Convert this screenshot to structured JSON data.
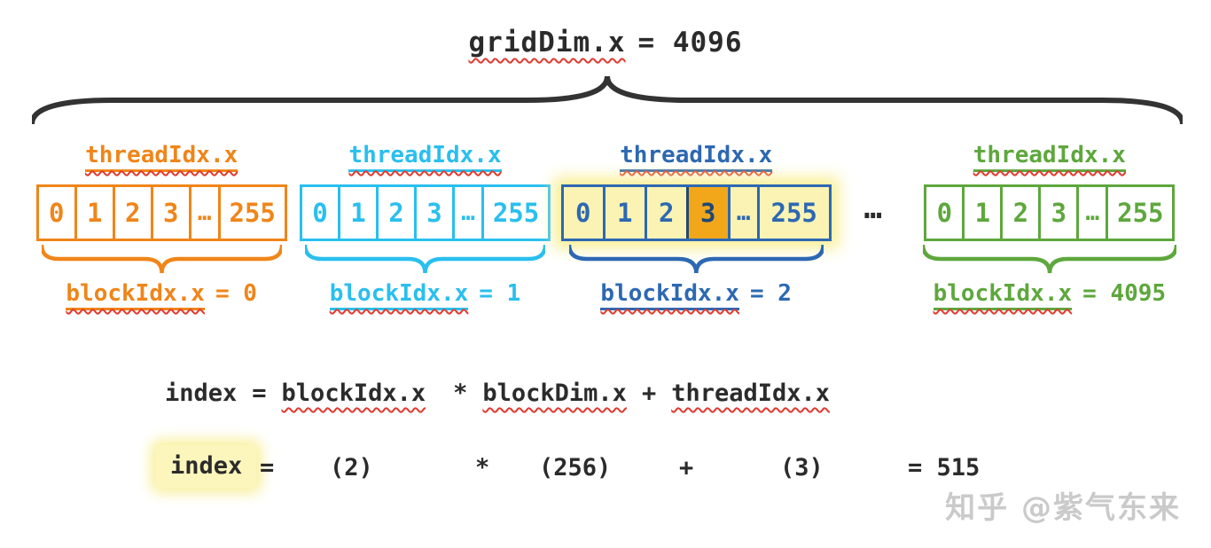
{
  "header": {
    "expression": "gridDim.x",
    "rest": "= 4096"
  },
  "blocks": [
    {
      "thread_label": "threadIdx.x",
      "cells": [
        "0",
        "1",
        "2",
        "3",
        "…",
        "255"
      ],
      "block_label_expr": "blockIdx.x",
      "block_label_rest": "= 0",
      "color": "#F08519",
      "highlighted": false
    },
    {
      "thread_label": "threadIdx.x",
      "cells": [
        "0",
        "1",
        "2",
        "3",
        "…",
        "255"
      ],
      "block_label_expr": "blockIdx.x",
      "block_label_rest": "= 1",
      "color": "#29BFEF",
      "highlighted": false
    },
    {
      "thread_label": "threadIdx.x",
      "cells": [
        "0",
        "1",
        "2",
        "3",
        "…",
        "255"
      ],
      "block_label_expr": "blockIdx.x",
      "block_label_rest": "= 2",
      "color": "#2D68B2",
      "highlighted": true,
      "highlighted_cell": "3"
    },
    {
      "thread_label": "threadIdx.x",
      "cells": [
        "0",
        "1",
        "2",
        "3",
        "…",
        "255"
      ],
      "block_label_expr": "blockIdx.x",
      "block_label_rest": "= 4095",
      "color": "#5EA73D",
      "highlighted": false
    }
  ],
  "between_blocks_ellipsis": "…",
  "formula_general": {
    "lhs": "index",
    "eq": "=",
    "term1": "blockIdx.x",
    "op1": "*",
    "term2": "blockDim.x",
    "op2": "+",
    "term3": "threadIdx.x"
  },
  "formula_example": {
    "lhs": "index",
    "eq": "=",
    "term1": "(2)",
    "op1": "*",
    "term2": "(256)",
    "op2": "+",
    "term3": "(3)",
    "result": "= 515"
  },
  "watermark": "知乎 @紫气东来",
  "colors": {
    "block_orange": "#F08519",
    "block_cyan": "#29BFEF",
    "block_blue": "#2D68B2",
    "block_green": "#5EA73D",
    "highlight_yellow": "#FBF3B4",
    "highlight_cell_orange": "#F2A71B",
    "squiggle_red": "#E03A2F",
    "brace_dark": "#333333"
  }
}
